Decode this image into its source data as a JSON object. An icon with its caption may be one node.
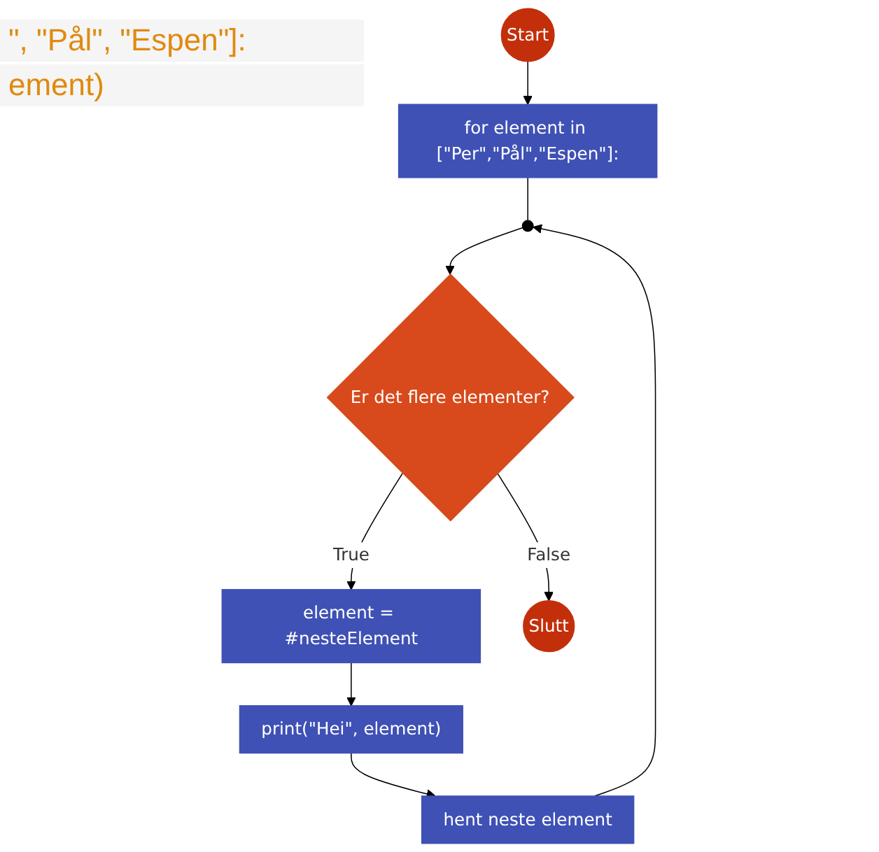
{
  "diagram": {
    "nodes": [
      {
        "text": [
          "Start"
        ]
      },
      {
        "text": [
          "for element in [\"Per\",\"Pål\",\"Espen\"]:"
        ]
      },
      {
        "text": [],
        "shape": "circle"
      },
      {
        "text": [
          "Er det flere elementer?"
        ]
      },
      {
        "text": [
          "element = #nesteElement"
        ]
      },
      {
        "text": [
          "Slutt"
        ]
      },
      {
        "text": [
          "print(\"Hei\", element)"
        ]
      },
      {
        "text": [
          "hent neste element"
        ]
      }
    ],
    "edges": [
      {
        "from": 0,
        "to": 1,
        "arrow": "to"
      },
      {
        "from": 1,
        "to": 2,
        "arrow": "none"
      },
      {
        "from": 2,
        "to": 3,
        "arrow": "to"
      },
      {
        "from": 3,
        "to": 4,
        "label": "True",
        "arrow": "to"
      },
      {
        "from": 3,
        "to": 5,
        "label": "False",
        "arrow": "to"
      },
      {
        "from": 4,
        "to": 6,
        "arrow": "to"
      },
      {
        "from": 6,
        "to": 7,
        "arrow": "to"
      },
      {
        "from": 7,
        "to": 2,
        "arrow": "to"
      }
    ],
    "labels": [
      "\", \"Pål\", \"Espen\"]:",
      "ement)"
    ]
  }
}
